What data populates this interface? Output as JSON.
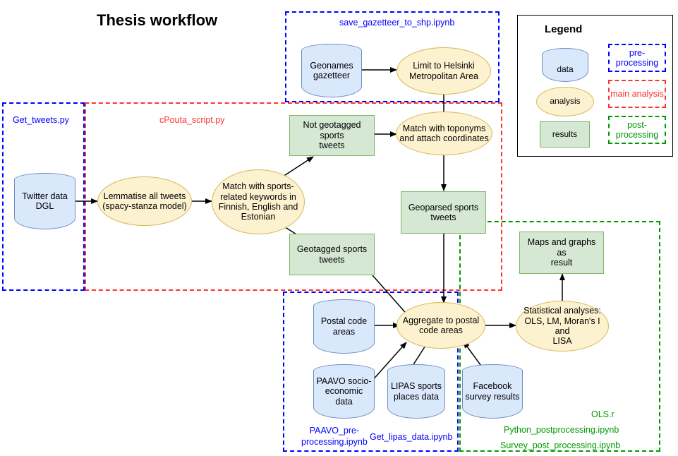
{
  "title": "Thesis workflow",
  "groups": {
    "get_tweets": {
      "label": "Get_tweets.py",
      "color": "#0000ff",
      "style": "pre-processing"
    },
    "cpouta": {
      "label": "cPouta_script.py",
      "color": "#ff3333",
      "style": "main analysis"
    },
    "gazetteer": {
      "label": "save_gazetteer_to_shp.ipynb",
      "color": "#0000ff",
      "style": "pre-processing"
    },
    "paavo": {
      "label": "PAAVO_pre-\nprocessing.ipynb",
      "line1": "PAAVO_pre-",
      "line2": "processing.ipynb",
      "color": "#0000ff",
      "style": "pre-processing"
    },
    "lipas": {
      "label": "Get_lipas_data.ipynb",
      "color": "#0000ff",
      "style": "pre-processing"
    },
    "post": {
      "color": "#009900",
      "style": "post-processing",
      "labels": [
        "OLS.r",
        "Python_postprocessing.ipynb",
        "Survey_post_processing.ipynb"
      ]
    }
  },
  "nodes": {
    "twitter_data": {
      "label": "Twitter data\nDGL",
      "line1": "Twitter data",
      "line2": "DGL",
      "shape": "data"
    },
    "lemmatise": {
      "label": "Lemmatise all tweets\n(spacy-stanza model)",
      "line1": "Lemmatise all tweets",
      "line2": "(spacy-stanza model)",
      "shape": "analysis"
    },
    "match_keywords": {
      "label": "Match with sports-related keywords in Finnish, English and Estonian",
      "line1": "Match with sports-",
      "line2": "related keywords in",
      "line3": "Finnish, English and",
      "line4": "Estonian",
      "shape": "analysis"
    },
    "not_geotagged": {
      "label": "Not geotagged sports tweets",
      "line1": "Not geotagged sports",
      "line2": "tweets",
      "shape": "results"
    },
    "geotagged": {
      "label": "Geotagged sports tweets",
      "line1": "Geotagged sports",
      "line2": "tweets",
      "shape": "results"
    },
    "geonames": {
      "label": "Geonames gazetteer",
      "line1": "Geonames",
      "line2": "gazetteer",
      "shape": "data"
    },
    "limit_helsinki": {
      "label": "Limit to Helsinki Metropolitan Area",
      "line1": "Limit to Helsinki",
      "line2": "Metropolitan Area",
      "shape": "analysis"
    },
    "match_toponyms": {
      "label": "Match with toponyms and attach coordinates",
      "line1": "Match with toponyms",
      "line2": "and attach coordinates",
      "shape": "analysis"
    },
    "geoparsed": {
      "label": "Geoparsed sports tweets",
      "line1": "Geoparsed sports",
      "line2": "tweets",
      "shape": "results"
    },
    "postal_code_areas": {
      "label": "Postal code areas",
      "line1": "Postal code",
      "line2": "areas",
      "shape": "data"
    },
    "paavo_data": {
      "label": "PAAVO socio-economic data",
      "line1": "PAAVO socio-",
      "line2": "economic",
      "line3": "data",
      "shape": "data"
    },
    "lipas_data": {
      "label": "LIPAS sports places data",
      "line1": "LIPAS sports",
      "line2": "places data",
      "shape": "data"
    },
    "facebook_survey": {
      "label": "Facebook survey results",
      "line1": "Facebook",
      "line2": "survey results",
      "shape": "data"
    },
    "aggregate": {
      "label": "Aggregate to postal code areas",
      "line1": "Aggregate to postal",
      "line2": "code areas",
      "shape": "analysis"
    },
    "stat_analyses": {
      "label": "Statistical analyses: OLS, LM, Moran's I and LISA",
      "line1": "Statistical analyses:",
      "line2": "OLS, LM, Moran's I and",
      "line3": "LISA",
      "shape": "analysis"
    },
    "maps_graphs": {
      "label": "Maps and graphs as result",
      "line1": "Maps and graphs as",
      "line2": "result",
      "shape": "results"
    }
  },
  "legend": {
    "title": "Legend",
    "shapes": [
      {
        "name": "data",
        "label": "data"
      },
      {
        "name": "analysis",
        "label": "analysis"
      },
      {
        "name": "results",
        "label": "results"
      }
    ],
    "styles": [
      {
        "name": "pre-processing",
        "label": "pre-processing",
        "color": "#0000ff"
      },
      {
        "name": "main analysis",
        "label": "main analysis",
        "color": "#ff3333"
      },
      {
        "name": "post-processing",
        "label": "post-processing",
        "color": "#009900"
      }
    ]
  },
  "colors": {
    "data_fill": "#dae8fc",
    "data_stroke": "#6c8ebf",
    "analysis_fill": "#fdf2d0",
    "analysis_stroke": "#d6b656",
    "results_fill": "#d5e8d4",
    "results_stroke": "#82b366",
    "pre_processing": "#0000ff",
    "main_analysis": "#ff3333",
    "post_processing": "#009900"
  }
}
